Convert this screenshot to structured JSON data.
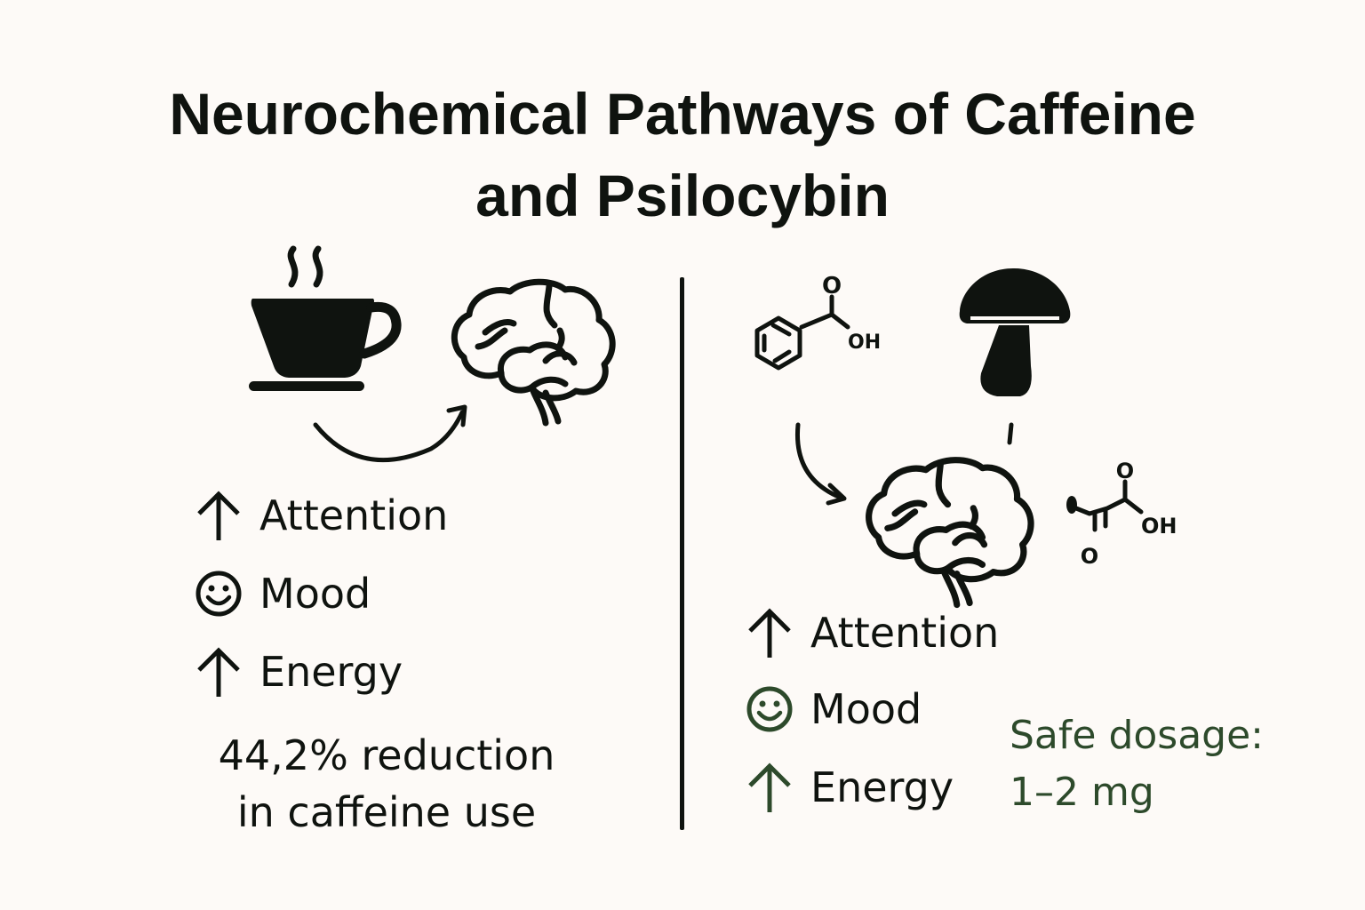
{
  "title": {
    "line1": "Neurochemical Pathways of Caffeine",
    "line2": "and Psilocybin"
  },
  "colors": {
    "background": "#fdfaf7",
    "ink": "#0f130f",
    "accent_green": "#2d4a2b"
  },
  "left_panel": {
    "subject": "Caffeine",
    "icons": [
      "coffee-cup-icon",
      "curved-arrow-icon",
      "brain-icon"
    ],
    "effects": [
      {
        "icon": "arrow-up-icon",
        "label": "Attention"
      },
      {
        "icon": "smiley-icon",
        "label": "Mood"
      },
      {
        "icon": "arrow-up-icon",
        "label": "Energy"
      }
    ],
    "stat": {
      "line1": "44,2% reduction",
      "line2": "in caffeine use"
    }
  },
  "right_panel": {
    "subject": "Psilocybin",
    "icons": [
      "benzoic-acid-structure-icon",
      "mushroom-icon",
      "curved-arrow-icon",
      "brain-icon",
      "carboxylic-acid-structure-icon"
    ],
    "chem_labels": {
      "top_oxygen": "O",
      "top_hydroxyl": "OH",
      "side_oxygen_top": "O",
      "side_oxygen_bottom": "O",
      "side_hydroxyl": "OH"
    },
    "effects": [
      {
        "icon": "arrow-up-icon",
        "label": "Attention"
      },
      {
        "icon": "smiley-icon",
        "label": "Mood"
      },
      {
        "icon": "arrow-up-icon",
        "label": "Energy"
      }
    ],
    "dosage": {
      "line1": "Safe dosage:",
      "line2": "1–2 mg"
    }
  }
}
